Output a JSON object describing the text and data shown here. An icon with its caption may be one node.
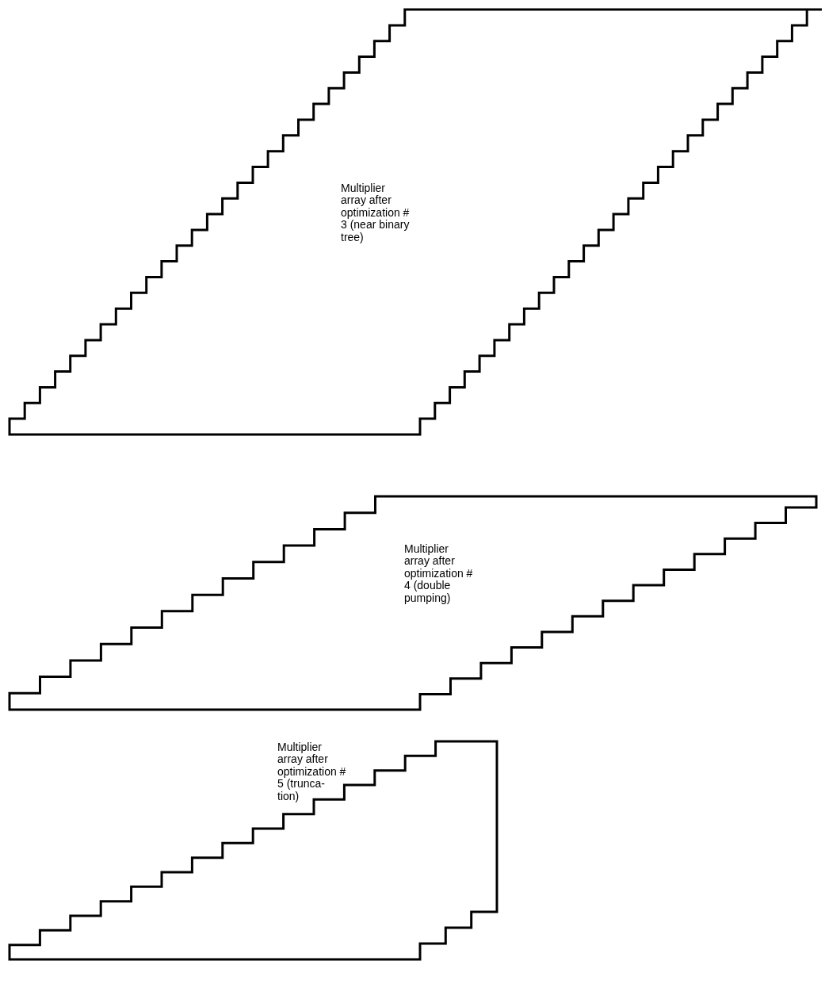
{
  "diagram": {
    "nodes": [
      {
        "text": [
          "Multiplier array after optimization # 3 (near binary tree)"
        ]
      },
      {
        "text": [
          "Multiplier array after optimization # 4 (double pumping)"
        ]
      },
      {
        "text": [
          "Multiplier array after optimization # 5 (trunca- tion)"
        ]
      }
    ],
    "edges": []
  }
}
